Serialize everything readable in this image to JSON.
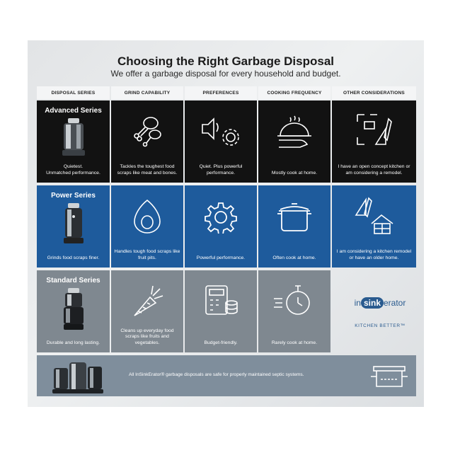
{
  "title": "Choosing the Right Garbage Disposal",
  "subtitle": "We offer a garbage disposal for every household and budget.",
  "headers": [
    "DISPOSAL SERIES",
    "GRIND CAPABILITY",
    "PREFERENCES",
    "COOKING FREQUENCY",
    "OTHER CONSIDERATIONS"
  ],
  "rows": [
    {
      "series": "Advanced Series",
      "cells": [
        "Quietest.\nUnmatched performance.",
        "Tackles the toughest food scraps like meat and bones.",
        "Quiet. Plus powerful performance.",
        "Mostly cook at home.",
        "I have an open concept kitchen or am considering a remodel."
      ]
    },
    {
      "series": "Power Series",
      "cells": [
        "Grinds food scraps finer.",
        "Handles tough food scraps like fruit pits.",
        "Powerful performance.",
        "Often cook at home.",
        "I am considering a kitchen remodel or have an older home."
      ]
    },
    {
      "series": "Standard Series",
      "cells": [
        "Durable and long lasting.",
        "Cleans up everyday food scraps like fruits and vegetables.",
        "Budget-friendly.",
        "Rarely cook at home."
      ]
    }
  ],
  "brand": {
    "logo_pre": "in",
    "logo_mid": "sink",
    "logo_post": "erator",
    "tagline": "KITCHEN BETTER™"
  },
  "footer": {
    "note": "All InSinkErator® garbage disposals are safe for properly maintained septic systems."
  },
  "icons": {
    "advanced": [
      "disposal-advanced-icon",
      "meat-bone-icon",
      "quiet-speaker-gear-icon",
      "serving-cloche-icon",
      "kitchen-design-tools-icon"
    ],
    "power": [
      "disposal-power-icon",
      "avocado-icon",
      "gear-icon",
      "cooking-pot-icon",
      "house-ruler-icon"
    ],
    "standard": [
      "disposal-standard-icon",
      "carrot-icon",
      "calculator-coins-icon",
      "stopwatch-icon"
    ],
    "footer": [
      "disposal-lineup-icon",
      "septic-tank-icon"
    ]
  },
  "colors": {
    "advanced": "#121212",
    "power": "#1e5b9c",
    "standard": "#7f8890",
    "footer": "#7f8e9c",
    "brand": "#2a5b8f"
  }
}
